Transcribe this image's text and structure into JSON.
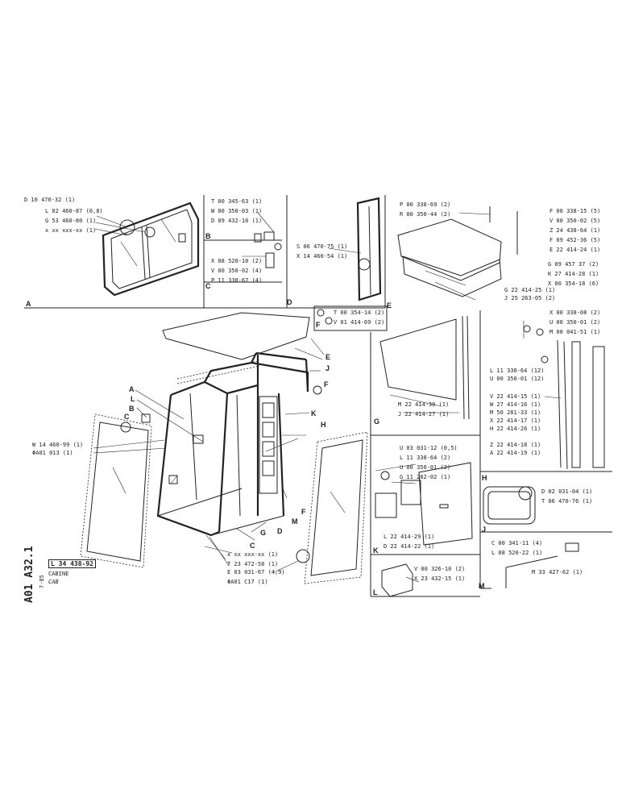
{
  "drawing": {
    "ref_code": "A01 A32.1",
    "date": "7-85",
    "part_number": "L 34 438-92",
    "title_fr": "CABINE",
    "title_en": "CAB"
  },
  "panels": {
    "A": {
      "letter": "A",
      "parts": [
        "D 10 470-32 (1)",
        "L 02 460-87 (0,8)",
        "G 53 460-80 (1)",
        "x xx xxx-xx (1)"
      ]
    },
    "BC": {
      "letter_b": "B",
      "letter_c": "C",
      "parts_top": [
        "T 00 345-63 (1)",
        "W 00 350-03 (1)",
        "D 09 432-10 (1)"
      ],
      "parts_bottom": [
        "X 08 520-10 (2)",
        "V 00 350-02 (4)",
        "P 11 338-67 (4)"
      ]
    },
    "D": {
      "letter": "D",
      "parts": [
        "S 06 470-75 (1)",
        "X 14 460-54 (1)"
      ]
    },
    "E": {
      "letter": "E",
      "parts_left": [
        "P 00 338-69 (2)",
        "R 00 350-44 (2)"
      ],
      "parts_right": [
        "F 00 338-15 (5)",
        "V 00 350-02 (5)",
        "Z 24 438-64 (1)",
        "F 09 452-36 (5)",
        "E 22 414-24 (1)",
        "G 09 457 37 (2)",
        "K 27 414-28 (1)",
        "X 00 354-18 (6)",
        "G 22 414-25 (1)",
        "J 25 263-05 (2)"
      ]
    },
    "F": {
      "letter": "F",
      "parts": [
        "T 00 354-14 (2)",
        "V 01 414-69 (2)"
      ]
    },
    "G": {
      "letter": "G",
      "parts": [
        "M 22 414-30 (1)",
        "J 22 414-27 (1)"
      ]
    },
    "H": {
      "letter": "H",
      "parts_top": [
        "X 00 338-08 (2)",
        "U 00 350-01 (2)",
        "M 00 041-51 (1)"
      ],
      "parts_mid": [
        "L 11 338-64 (12)",
        "U 00 350-01 (12)"
      ],
      "parts_list": [
        "V 22 414-15 (1)",
        "W 27 414-16 (1)",
        "M 50 281-33 (1)",
        "X 22 414-17 (1)",
        "H 22 414-26 (1)",
        "Z 22 414-18 (1)",
        "A 22 414-19 (1)"
      ]
    },
    "K": {
      "letter": "K",
      "parts_top": [
        "U 03 031-12 (0,5)",
        "L 11 338-64 (2)",
        "U 00 350-01 (2)",
        "G 11 282-02 (1)"
      ],
      "parts_bottom": [
        "L 22 414-29 (1)",
        "D 22 414-22 (1)"
      ]
    },
    "J": {
      "letter": "J",
      "parts": [
        "D 02 031-04 (1)",
        "T 06 470-76 (1)",
        "C 00 341-11 (4)",
        "L 08 520-22 (1)",
        "M 33 427-62 (1)"
      ]
    },
    "L": {
      "letter": "L",
      "parts": [
        "V 00 326-10 (2)",
        "X 23 432-15 (1)"
      ]
    },
    "M": {
      "letter": "M"
    }
  },
  "main": {
    "callouts": [
      "A",
      "L",
      "B",
      "C",
      "G",
      "D",
      "E",
      "J",
      "F",
      "H",
      "K",
      "M",
      "F",
      "C"
    ],
    "parts": [
      "W 14 460-99 (1)",
      "ΦA01 013 (1)",
      "x xx xxx-xx (1)",
      "T 23 472-58 (1)",
      "E 03 031-67 (4,9)",
      "ΦA01 C17 (1)"
    ]
  }
}
